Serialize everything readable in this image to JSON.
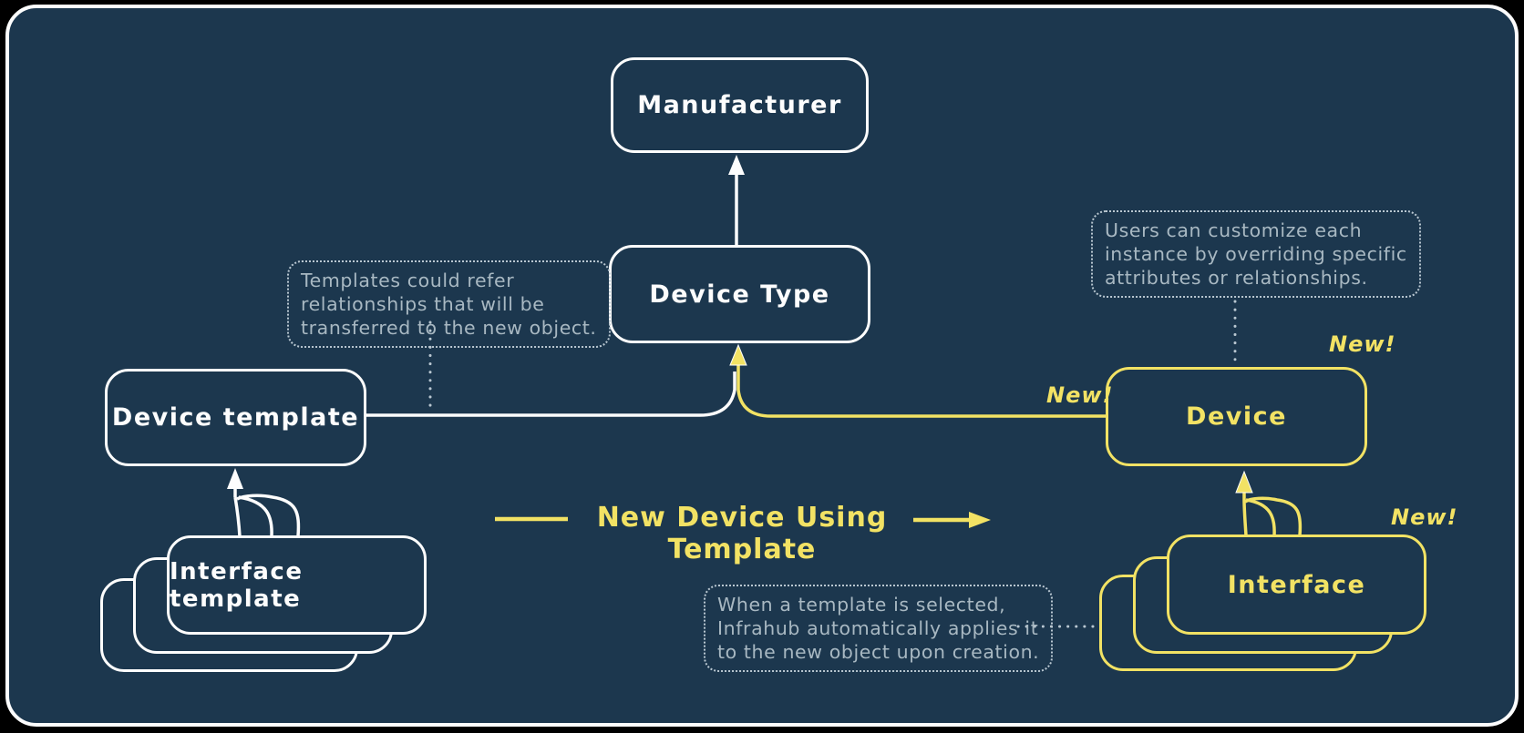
{
  "diagram": {
    "nodes": {
      "manufacturer": {
        "label": "Manufacturer"
      },
      "device_type": {
        "label": "Device Type"
      },
      "device_template": {
        "label": "Device template"
      },
      "interface_template": {
        "label": "Interface template"
      },
      "device": {
        "label": "Device"
      },
      "interface": {
        "label": "Interface"
      }
    },
    "badges": {
      "new": "New!"
    },
    "flow": {
      "label": "New Device Using Template"
    },
    "notes": {
      "templates": {
        "lines": [
          "Templates could refer",
          "relationships that will be",
          "transferred to the new object."
        ]
      },
      "customize": {
        "lines": [
          "Users can customize each",
          "instance by overriding specific",
          "attributes or relationships."
        ]
      },
      "apply": {
        "lines": [
          "When a template is selected,",
          "Infrahub automatically applies it",
          "to the new object upon creation."
        ]
      }
    },
    "colors": {
      "background": "#000000",
      "panel": "#1c374e",
      "stroke": "#fdfdfd",
      "accent": "#f2e264",
      "note_text": "#a8b8c2"
    }
  }
}
